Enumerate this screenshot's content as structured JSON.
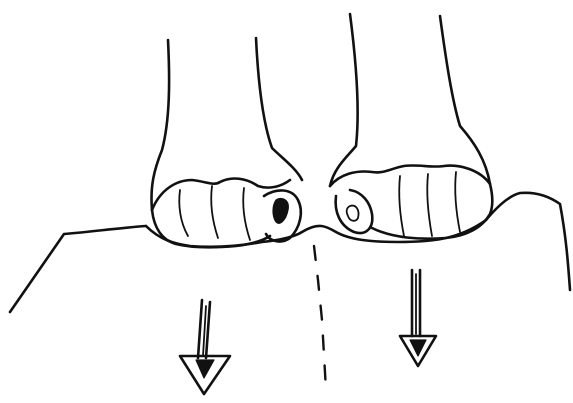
{
  "figure": {
    "ink_color": "#111111",
    "background_color": "#ffffff",
    "elements": {
      "paper_edge": "paper-sheet-outline",
      "left_hand": "left-fist",
      "right_hand": "right-fist",
      "tear_line": "dashed-tear-line",
      "left_arrow": "down-arrow",
      "right_arrow": "down-arrow"
    }
  }
}
